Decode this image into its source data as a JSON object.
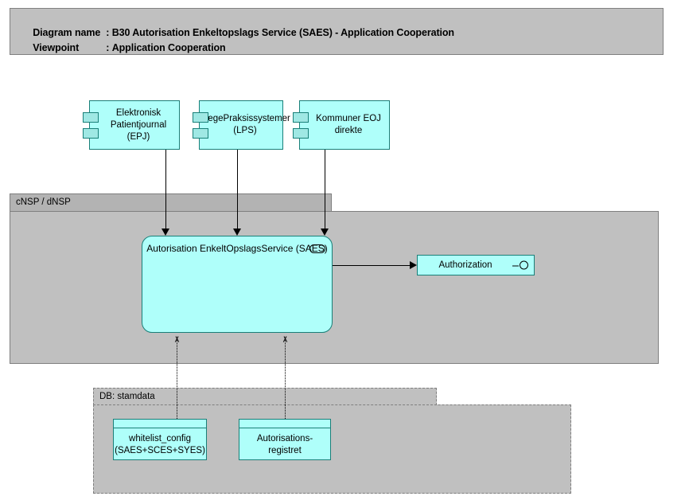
{
  "header": {
    "diagram_name_key": "Diagram name",
    "diagram_name_sep": ":",
    "diagram_name_value": "B30 Autorisation Enkeltopslags Service (SAES) - Application Cooperation",
    "viewpoint_key": "Viewpoint",
    "viewpoint_sep": ":",
    "viewpoint_value": "Application Cooperation"
  },
  "groups": {
    "nsp": {
      "label": "cNSP / dNSP"
    },
    "db": {
      "label": "DB: stamdata"
    }
  },
  "components": [
    {
      "id": "epj",
      "label": "Elektronisk Patientjournal (EPJ)",
      "icon": "uml-component-icon"
    },
    {
      "id": "lps",
      "label": "LægePraksissystemer (LPS)",
      "icon": "uml-component-icon"
    },
    {
      "id": "kommuner",
      "label": "Kommuner EOJ direkte",
      "icon": "uml-component-icon"
    }
  ],
  "service": {
    "label": "Autorisation EnkeltOpslagsService (SAES)",
    "icon": "application-service-icon"
  },
  "interface": {
    "label": "Authorization",
    "icon": "application-interface-lollipop-icon"
  },
  "data_objects": [
    {
      "id": "whitelist",
      "label": "whitelist_config (SAES+SCES+SYES)",
      "icon": "data-object-icon"
    },
    {
      "id": "autoreg",
      "label": "Autorisations-registret",
      "icon": "data-object-icon"
    }
  ],
  "colors": {
    "element_fill": "#AFFFFA",
    "element_stroke": "#1A7F78",
    "group_fill": "#C0C0C0",
    "group_header_fill": "#B3B3B3",
    "group_stroke": "#7F7F7F",
    "connector": "#000000",
    "canvas": "#FFFFFF"
  }
}
